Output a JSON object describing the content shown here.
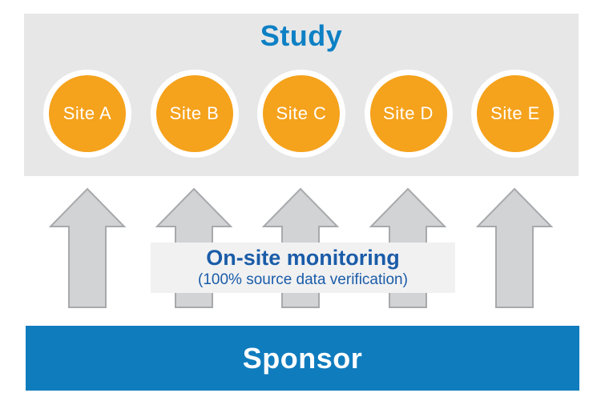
{
  "diagram": {
    "study": {
      "title": "Study",
      "sites": [
        {
          "label": "Site A"
        },
        {
          "label": "Site B"
        },
        {
          "label": "Site C"
        },
        {
          "label": "Site D"
        },
        {
          "label": "Site E"
        }
      ]
    },
    "arrows": {
      "count": 5,
      "direction": "up"
    },
    "monitoring": {
      "title": "On-site monitoring",
      "subtitle": "(100% source data verification)"
    },
    "sponsor": {
      "label": "Sponsor"
    },
    "colors": {
      "study_box_gray": "#E7E7E8",
      "study_title_blue": "#0E80C4",
      "site_circle_orange": "#F5A21C",
      "site_ring_white": "#FFFFFF",
      "arrow_fill_gray": "#D1D3D4",
      "arrow_stroke_gray": "#A7A9AC",
      "monitoring_box_gray": "#F1F1F2",
      "monitoring_text_blue": "#1A5CA8",
      "sponsor_blue": "#0F7CBE",
      "sponsor_text_white": "#FFFFFF"
    }
  }
}
